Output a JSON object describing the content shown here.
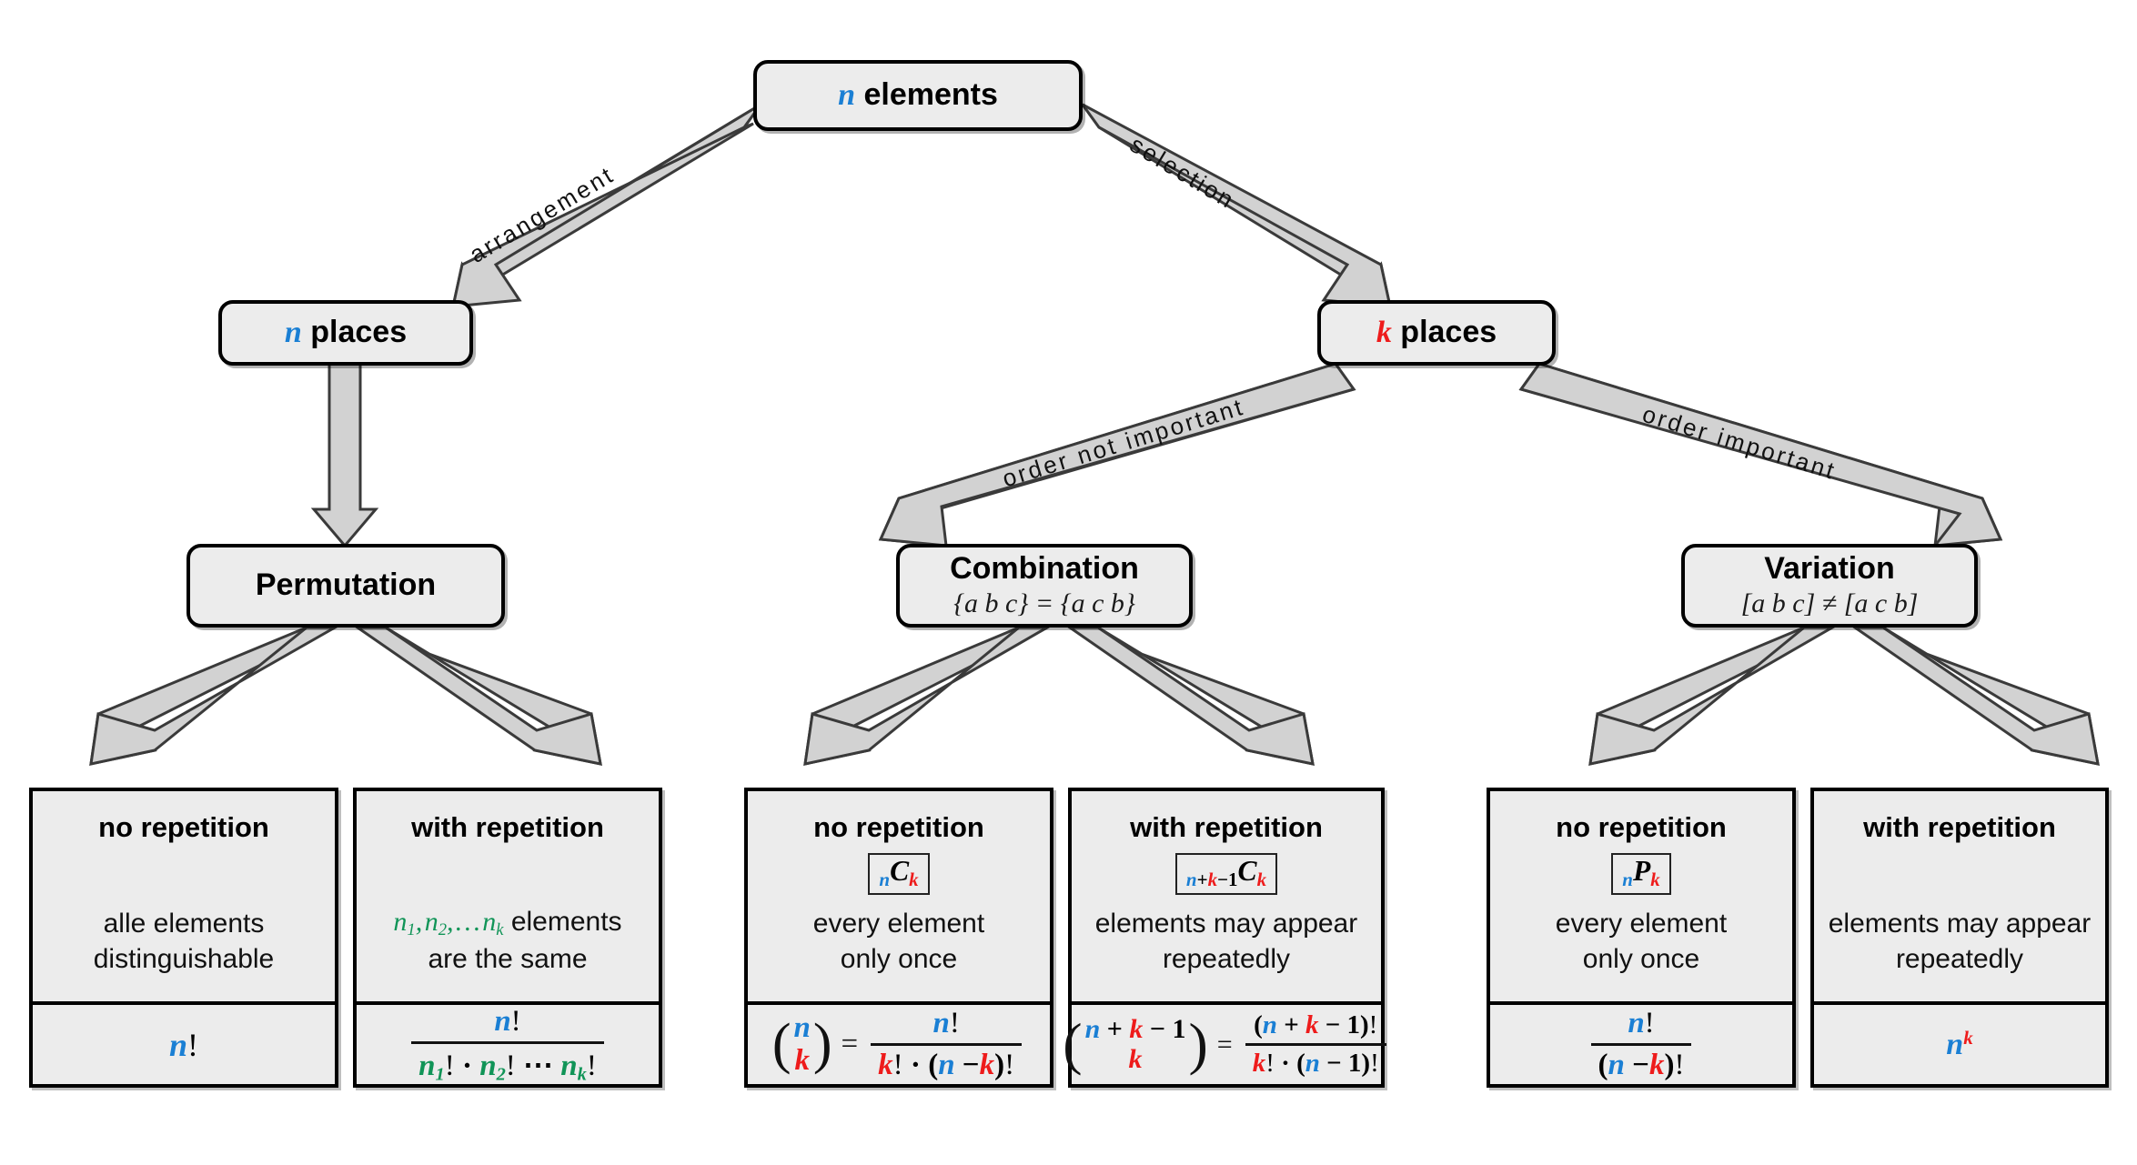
{
  "diagram": {
    "title": "Combinatorics decision tree",
    "colors": {
      "n_color": "#1a7fd4",
      "k_color": "#ee1b1b",
      "green": "#109457",
      "node_fill": "#ececec",
      "arrow_fill": "#d2d2d2",
      "border": "#000000"
    }
  },
  "root": {
    "label_var": "n",
    "label_text": "elements"
  },
  "edges": {
    "arrangement": "arrangement",
    "selection": "selection",
    "order_not_important": "order not important",
    "order_important": "order important"
  },
  "level2": {
    "left": {
      "var": "n",
      "text": "places"
    },
    "right": {
      "var": "k",
      "text": "places"
    }
  },
  "level3": {
    "permutation": {
      "title": "Permutation",
      "note": ""
    },
    "combination": {
      "title": "Combination",
      "note": "{a b c} = {a c b}"
    },
    "variation": {
      "title": "Variation",
      "note": "[a b c] ≠ [a c b]"
    }
  },
  "leaves": [
    {
      "id": "permutation-no-repetition",
      "header": "no repetition",
      "badge": null,
      "desc_line1": "alle elements",
      "desc_line2": "distinguishable",
      "formula": "n!"
    },
    {
      "id": "permutation-with-repetition",
      "header": "with repetition",
      "badge": null,
      "desc_line1": "n1, n2, ... nk elements",
      "desc_line2": "are the same",
      "formula": "n! / (n1! · n2! ⋯ nk!)"
    },
    {
      "id": "combination-no-repetition",
      "header": "no repetition",
      "badge": "nCk",
      "desc_line1": "every element",
      "desc_line2": "only once",
      "formula": "(n k) = n! / (k! · (n − k)!)"
    },
    {
      "id": "combination-with-repetition",
      "header": "with repetition",
      "badge": "n+k−1Ck",
      "desc_line1": "elements may appear",
      "desc_line2": "repeatedly",
      "formula": "(n+k−1 k) = (n + k − 1)! / (k! · (n − 1)!)"
    },
    {
      "id": "variation-no-repetition",
      "header": "no repetition",
      "badge": "nPk",
      "desc_line1": "every element",
      "desc_line2": "only once",
      "formula": "n! / (n − k)!"
    },
    {
      "id": "variation-with-repetition",
      "header": "with repetition",
      "badge": null,
      "desc_line1": "elements may appear",
      "desc_line2": "repeatedly",
      "formula": "n^k"
    }
  ],
  "symbols": {
    "n": "n",
    "k": "k",
    "C": "C",
    "P": "P",
    "one": "1",
    "plus": "+",
    "minus": "−",
    "factorial": "!",
    "cdot": "·",
    "dots": "⋯",
    "equals": "="
  }
}
